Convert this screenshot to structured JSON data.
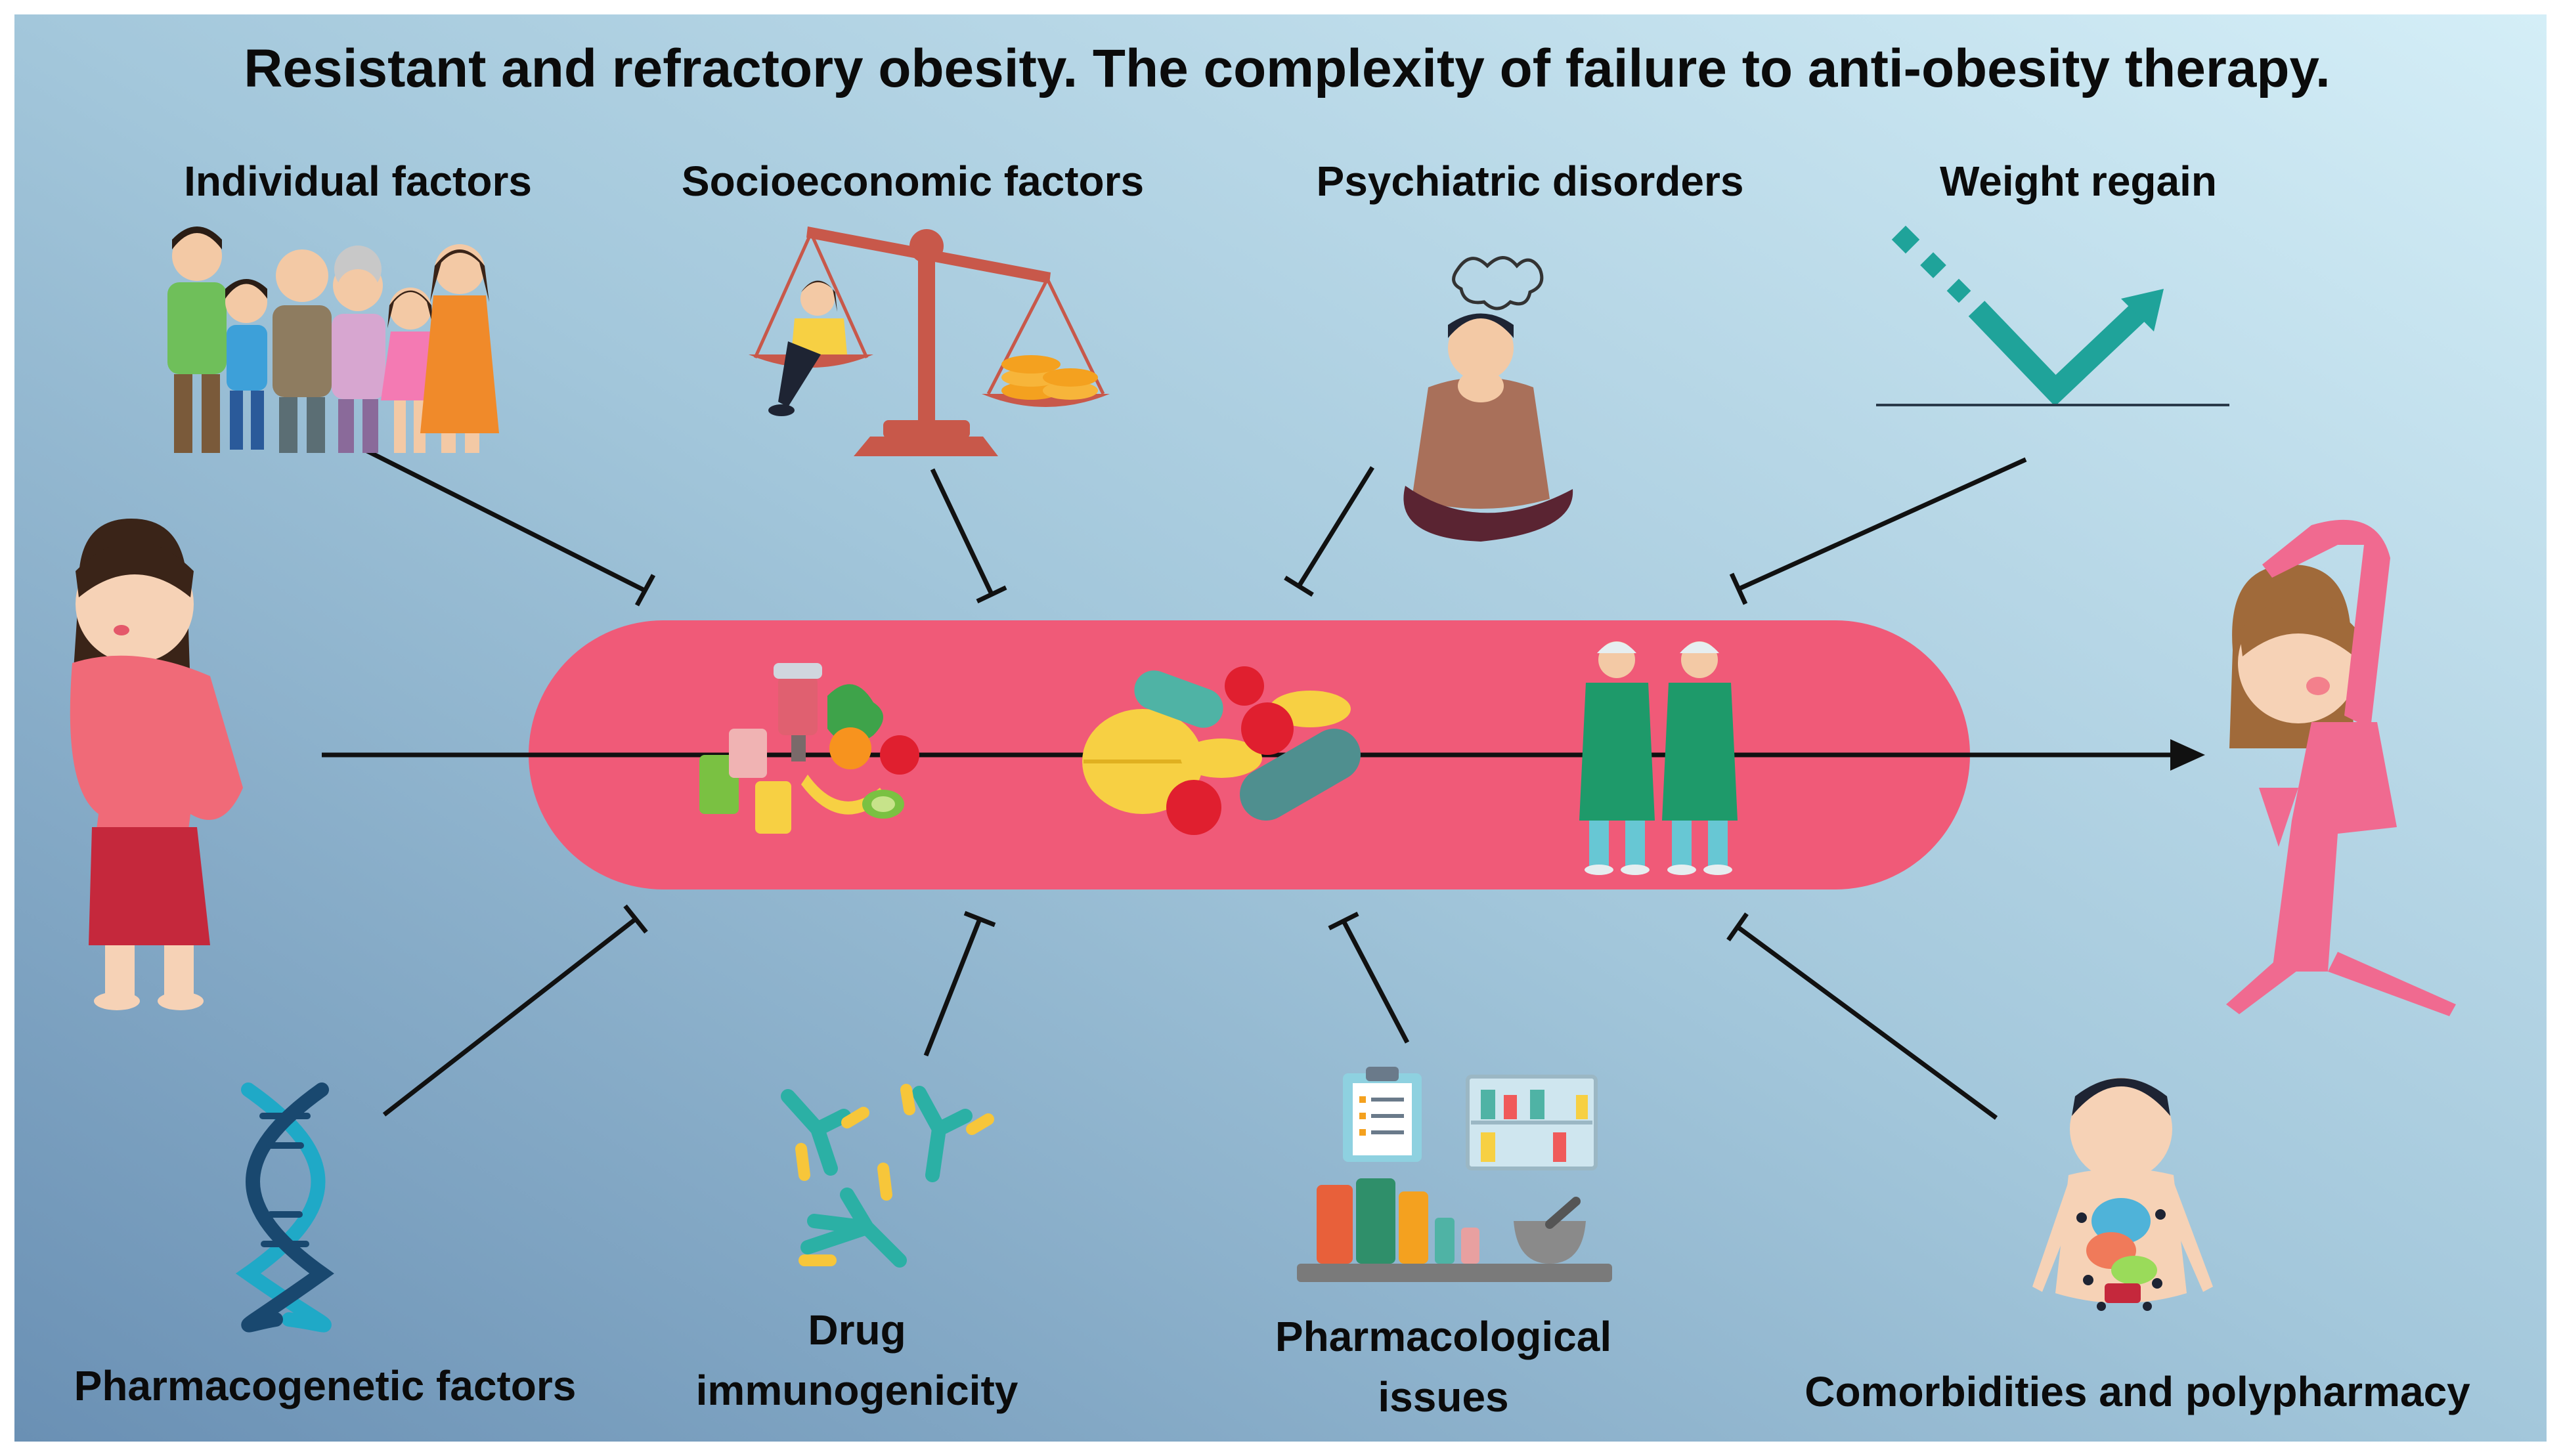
{
  "title": "Resistant and refractory obesity. The complexity of failure to anti-obesity therapy.",
  "factors": {
    "individual": "Individual factors",
    "socioeconomic": "Socioeconomic factors",
    "psychiatric": "Psychiatric disorders",
    "weight_regain": "Weight regain",
    "pharmacogenetic": "Pharmacogenetic factors",
    "drug_immunogenicity": [
      "Drug",
      "immunogenicity"
    ],
    "pharmacological": [
      "Pharmacological",
      "issues"
    ],
    "comorbidities": "Comorbidities and polypharmacy"
  },
  "colors": {
    "bg_top_right": "#cdeaf4",
    "bg_bottom_left": "#6e95b8",
    "capsule": "#f05a78",
    "arrow": "#111111",
    "teal": "#1fa39a"
  },
  "icons": {
    "family": "family-icon",
    "scale": "balance-scale-icon",
    "stressed_person": "stressed-person-icon",
    "weight_chart": "v-arrow-chart-icon",
    "dna": "dna-icon",
    "antibodies": "antibody-icon",
    "pharmacy": "pharmacy-icon",
    "sick_child": "sick-child-icon",
    "woman_before": "woman-overweight-icon",
    "woman_after": "woman-exercising-icon",
    "diet": "diet-foods-icon",
    "pills": "pills-icon",
    "surgeons": "surgeons-icon"
  }
}
